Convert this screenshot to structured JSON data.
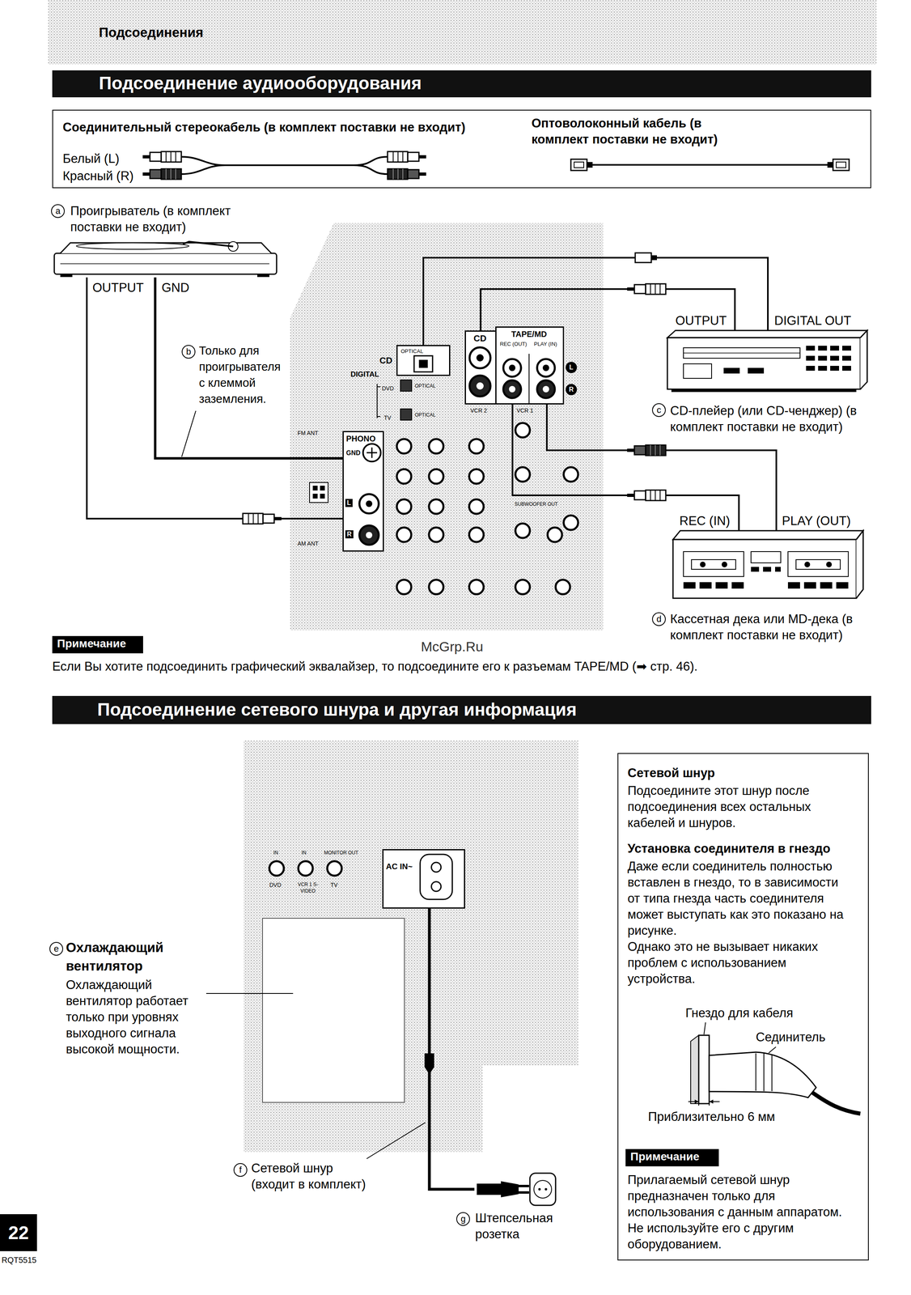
{
  "diagram": {
    "title": "Подсоединения",
    "nodes": [
      {
        "text": [
          "Подсоединение аудиооборудования"
        ]
      },
      {
        "text": [
          "Соединительный стереокабель (в комплект поставки не входит)",
          "Белый (L)",
          "Красный (R)",
          "Оптоволоконный кабель (в комплект поставки не входит)"
        ]
      },
      {
        "text": [
          "Проигрыватель (в комплект поставки не входит)"
        ]
      },
      {
        "text": [
          "OPTICAL"
        ]
      },
      {
        "text": [
          "CD"
        ]
      },
      {
        "text": [
          "TAPE/MD",
          "REC (OUT)",
          "PLAY (IN)"
        ]
      },
      {
        "text": [
          "PHONO",
          "GND",
          "L",
          "R"
        ]
      },
      {
        "text": [
          "CD-плейер (или CD-ченджер) (в комплект поставки не входит)"
        ]
      },
      {
        "text": [
          "Кассетная дека или MD-дека (в комплект поставки не входит)"
        ]
      },
      {
        "text": [
          "Примечание"
        ]
      },
      {
        "text": [
          "Подсоединение сетевого шнура и другая информация"
        ]
      },
      {
        "text": [
          "AC IN~"
        ]
      },
      {
        "text": [
          "Штепсельная розетка"
        ]
      },
      {
        "text": [
          "Сетевой шнур",
          "Подсоедините этот шнур после подсоединения всех остальных кабелей и шнуров.",
          "Установка соединителя в гнездо",
          "Даже если соединитель полностью вставлен в гнездо, то в зависимости от типа гнезда часть соединителя может выступать как это показано на рисунке.",
          "Однако это не вызывает никаких проблем с использованием устройства.",
          "Прилагаемый сетевой шнур предназначен только для использования с данным аппаратом. Не используйте его с другим оборудованием."
        ]
      },
      {
        "text": [
          "Примечание"
        ],
        "in": 13
      }
    ],
    "edges": [
      {
        "from": 2,
        "to": 6,
        "arrow": "none"
      },
      {
        "from": 2,
        "to": 6,
        "arrow": "none"
      },
      {
        "from": 7,
        "to": 3,
        "arrow": "none"
      },
      {
        "from": 7,
        "to": 4,
        "arrow": "none"
      },
      {
        "from": 5,
        "to": 8,
        "arrow": "none"
      },
      {
        "from": 8,
        "to": 5,
        "arrow": "none"
      },
      {
        "from": 11,
        "to": 12,
        "arrow": "none"
      }
    ],
    "labels": [
      "a",
      "OUTPUT",
      "GND",
      "b",
      "Только для проигрывателя с клеммой заземления.",
      "CD",
      "DIGITAL",
      "DVD",
      "TV",
      "OPTICAL",
      "OPTICAL",
      "L",
      "R",
      "VCR 2",
      "VCR 1",
      "SUBWOOFER OUT",
      "FM ANT",
      "AM ANT",
      "OUTPUT",
      "DIGITAL OUT",
      "c",
      "REC (IN)",
      "PLAY (OUT)",
      "d",
      "Если Вы хотите подсоединить графический эквалайзер, то подсоедините его к разъемам TAPE/MD (➡ стр. 46).",
      "McGrp.Ru",
      "IN",
      "IN",
      "MONITOR OUT",
      "DVD",
      "VCR 1 S-VIDEO",
      "TV",
      "e",
      "Охлаждающий вентилятор",
      "Охлаждающий вентилятор работает только при уровнях выходного сигнала высокой мощности.",
      "f",
      "Сетевой шнур (входит в комплект)",
      "g",
      "Гнездо для кабеля",
      "Сединитель",
      "Приблизительно 6 мм",
      "22",
      "RQT5515"
    ]
  }
}
